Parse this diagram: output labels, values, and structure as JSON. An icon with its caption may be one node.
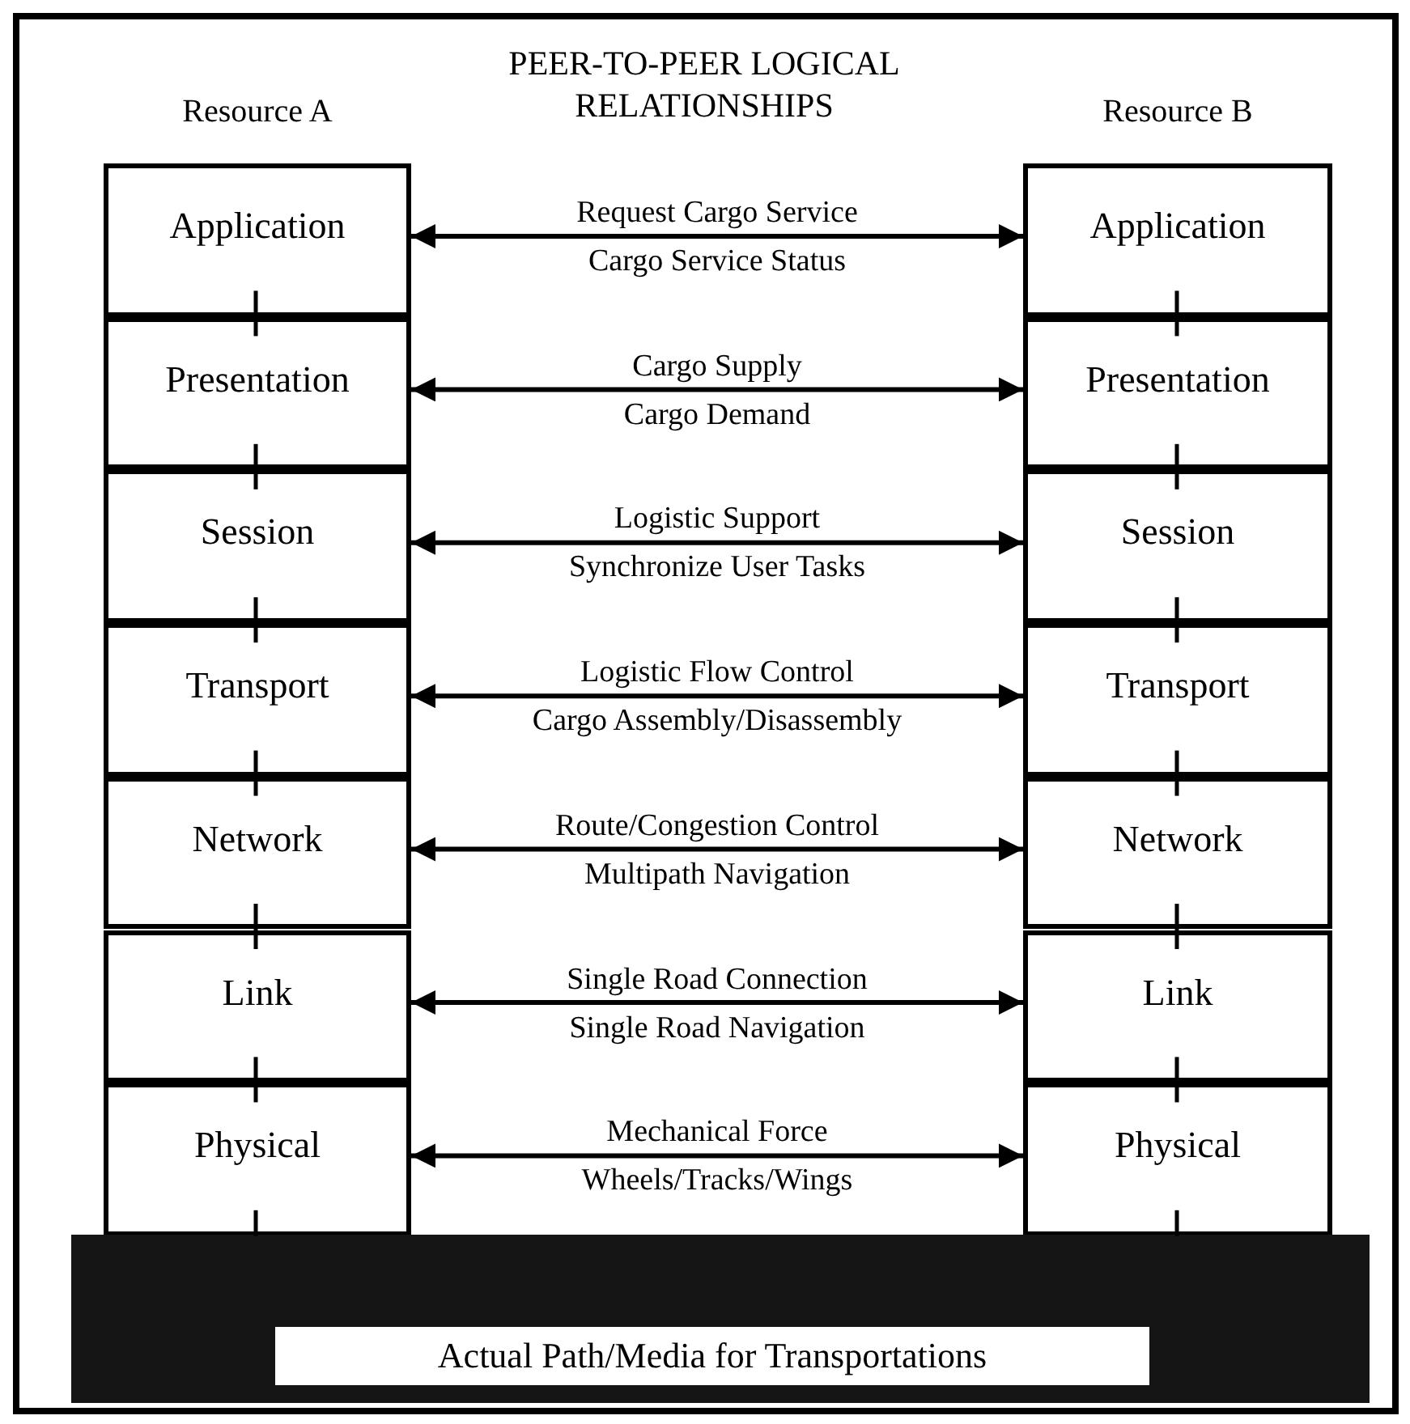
{
  "diagram": {
    "title": "PEER-TO-PEER LOGICAL RELATIONSHIPS",
    "nodes": [
      {
        "text": [
          "Application"
        ]
      },
      {
        "text": [
          "Presentation"
        ]
      },
      {
        "text": [
          "Session"
        ]
      },
      {
        "text": [
          "Transport"
        ]
      },
      {
        "text": [
          "Network"
        ]
      },
      {
        "text": [
          "Link"
        ]
      },
      {
        "text": [
          "Physical"
        ]
      },
      {
        "text": [
          "Application"
        ]
      },
      {
        "text": [
          "Presentation"
        ]
      },
      {
        "text": [
          "Session"
        ]
      },
      {
        "text": [
          "Transport"
        ]
      },
      {
        "text": [
          "Network"
        ]
      },
      {
        "text": [
          "Link"
        ]
      },
      {
        "text": [
          "Physical"
        ]
      },
      {
        "text": [
          "Actual Path/Media for Transportations"
        ]
      }
    ],
    "edges": [
      {
        "from": 0,
        "to": 7,
        "arrow": "both",
        "label": "Request Cargo Service"
      },
      {
        "from": 1,
        "to": 8,
        "arrow": "both",
        "label": "Cargo Supply"
      },
      {
        "from": 2,
        "to": 9,
        "arrow": "both",
        "label": "Logistic Support"
      },
      {
        "from": 3,
        "to": 10,
        "arrow": "both",
        "label": "Logistic Flow Control"
      },
      {
        "from": 4,
        "to": 11,
        "arrow": "both",
        "label": "Route/Congestion Control"
      },
      {
        "from": 5,
        "to": 12,
        "arrow": "both",
        "label": "Single Road Connection"
      },
      {
        "from": 6,
        "to": 13,
        "arrow": "both",
        "label": "Mechanical Force"
      }
    ],
    "labels": [
      "Resource A",
      "Resource B",
      "Cargo Service Status",
      "Cargo Demand",
      "Synchronize User Tasks",
      "Cargo Assembly/Disassembly",
      "Multipath Navigation",
      "Single Road Navigation",
      "Wheels/Tracks/Wings"
    ]
  }
}
